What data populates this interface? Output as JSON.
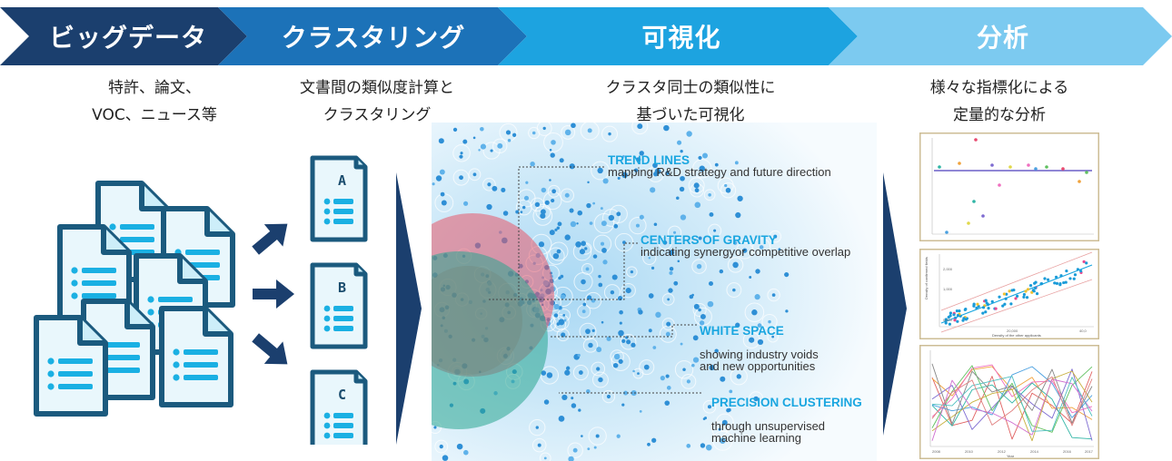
{
  "stages": [
    {
      "label": "ビッグデータ",
      "caption": "特許、論文、\nVOC、ニュース等",
      "color": "#1b3f6e"
    },
    {
      "label": "クラスタリング",
      "caption": "文書間の類似度計算と\nクラスタリング",
      "color": "#1c72b8"
    },
    {
      "label": "可視化",
      "caption": "クラスタ同士の類似性に\n基づいた可視化",
      "color": "#1da3e0"
    },
    {
      "label": "分析",
      "caption": "様々な指標化による\n定量的な分析",
      "color": "#7ccaf0"
    }
  ],
  "cluster_docs": [
    {
      "label": "A"
    },
    {
      "label": "B"
    },
    {
      "label": "C"
    }
  ],
  "annotations": [
    {
      "title": "TREND LINES",
      "subtitle": "mapping R&D strategy and future direction"
    },
    {
      "title": "CENTERS OF GRAVITY",
      "subtitle": "indicating synergyor competitive overlap"
    },
    {
      "title": "WHITE SPACE",
      "subtitle": "showing industry voids\nand new opportunities"
    },
    {
      "title": "PRECISION CLUSTERING",
      "subtitle": "through unsupervised\nmachine learning"
    }
  ],
  "chart2_texts": {
    "ylabel": "Density of confirmed fields",
    "xlabel": "Density of the other applicants",
    "y_ticks": [
      "2,000",
      "1,000",
      "0,000"
    ],
    "x_ticks": [
      "20,000",
      "40,0"
    ]
  },
  "chart3_texts": {
    "x_ticks": [
      "2008",
      "2010",
      "2012",
      "2014",
      "2016",
      "2017"
    ],
    "xlabel": "Year"
  },
  "colors": {
    "navy": "#1b3f6e",
    "doc_stroke": "#1b5a7e",
    "doc_fill": "#e9f7fc",
    "doc_line": "#1ab0e3",
    "accent": "#1aa6e0"
  }
}
